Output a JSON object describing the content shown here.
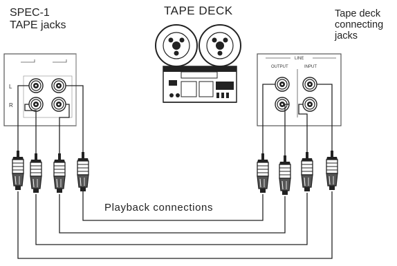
{
  "labels": {
    "spec_title_line1": "SPEC-1",
    "spec_title_line2": "TAPE jacks",
    "deck_title": "TAPE DECK",
    "right_title_line1": "Tape deck",
    "right_title_line2": "connecting",
    "right_title_line3": "jacks",
    "caption": "Playback connections"
  },
  "right_panel": {
    "group_label": "LINE",
    "output_label": "OUTPUT",
    "input_label": "INPUT"
  },
  "left_panel": {
    "channel_left": "L",
    "channel_right": "R"
  },
  "colors": {
    "ink": "#222222",
    "background": "#ffffff"
  }
}
